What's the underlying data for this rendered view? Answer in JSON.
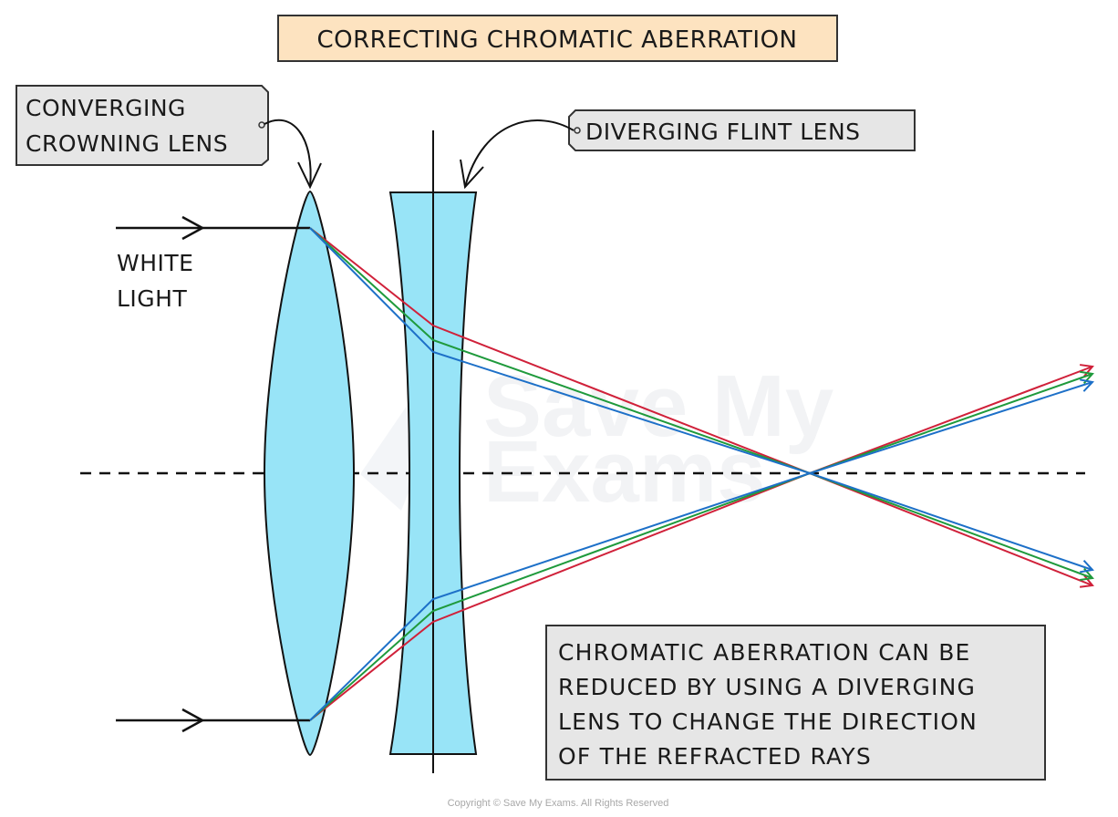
{
  "title": "CORRECTING CHROMATIC ABERRATION",
  "labels": {
    "converging_lens": [
      "CONVERGING",
      "CROWNING LENS"
    ],
    "diverging_lens": "DIVERGING FLINT LENS",
    "white_light": [
      "WHITE",
      "LIGHT"
    ]
  },
  "note": [
    "CHROMATIC ABERRATION CAN BE",
    "REDUCED BY USING A DIVERGING",
    "LENS TO CHANGE THE DIRECTION",
    "OF THE REFRACTED RAYS"
  ],
  "watermark": [
    "Save My",
    "Exams"
  ],
  "copyright": "Copyright © Save My Exams. All Rights Reserved",
  "colors": {
    "title_bg": "#fde3c0",
    "label_bg": "#e6e6e6",
    "lens_fill": "#98e4f7",
    "ray_red": "#d0213a",
    "ray_green": "#1f9a3c",
    "ray_blue": "#1d70c8",
    "ink": "#1a1a1a"
  },
  "rays": [
    {
      "name": "red",
      "color_key": "ray_red"
    },
    {
      "name": "green",
      "color_key": "ray_green"
    },
    {
      "name": "blue",
      "color_key": "ray_blue"
    }
  ]
}
